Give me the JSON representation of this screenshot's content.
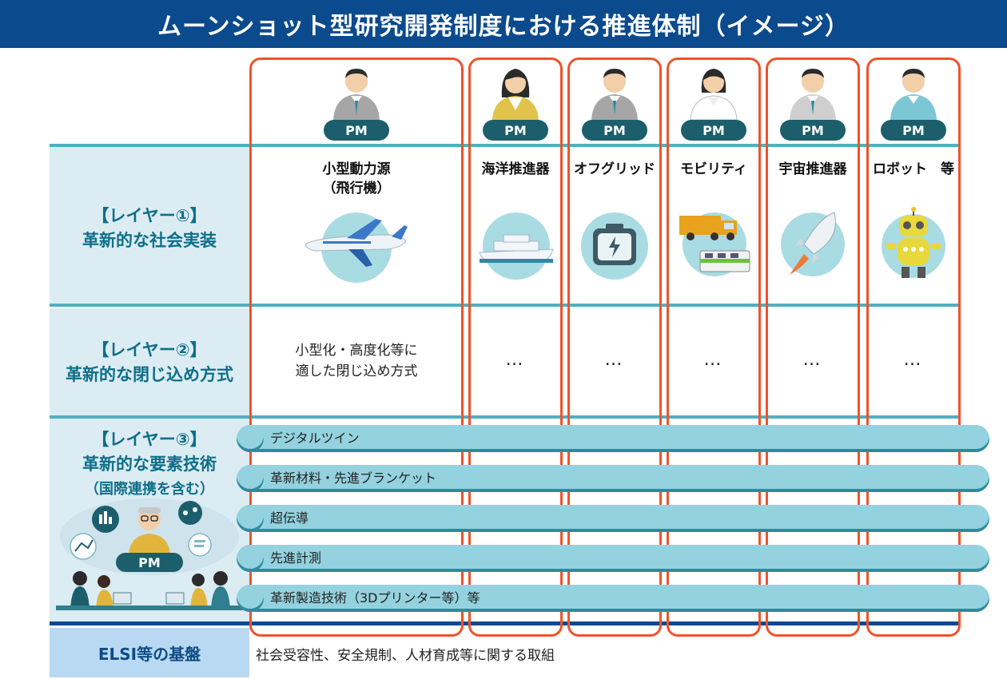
{
  "title": "ムーンショット型研究開発制度における推進体制（イメージ）",
  "pm_label": "PM",
  "layers": [
    {
      "label": "【レイヤー①】",
      "name": "革新的な社会実装"
    },
    {
      "label": "【レイヤー②】",
      "name": "革新的な閉じ込め方式"
    },
    {
      "label": "【レイヤー③】",
      "name": "革新的な要素技術",
      "sub": "（国際連携を含む）"
    }
  ],
  "columns": [
    {
      "title": "小型動力源",
      "title2": "（飛行機）",
      "icon": "airplane-icon",
      "layer2_line1": "小型化・高度化等に",
      "layer2_line2": "適した閉じ込め方式"
    },
    {
      "title": "海洋推進器",
      "icon": "ship-icon",
      "layer2": "…"
    },
    {
      "title": "オフグリッド",
      "icon": "battery-icon",
      "layer2": "…"
    },
    {
      "title": "モビリティ",
      "icon": "truck-train-icon",
      "layer2": "…"
    },
    {
      "title": "宇宙推進器",
      "icon": "rocket-icon",
      "layer2": "…"
    },
    {
      "title": "ロボット　等",
      "icon": "robot-icon",
      "layer2": "…"
    }
  ],
  "technologies": [
    "デジタルツイン",
    "革新材料・先進ブランケット",
    "超伝導",
    "先進計測",
    "革新製造技術（3Dプリンター等）等"
  ],
  "elsi": {
    "label": "ELSI等の基盤",
    "text": "社会受容性、安全規制、人材育成等に関する取組"
  },
  "colors": {
    "header": "#0b4a8c",
    "accent": "#f0522a",
    "teal": "#4fb0bf",
    "bar": "#93d2de",
    "elsi": "#b9d9f2"
  }
}
